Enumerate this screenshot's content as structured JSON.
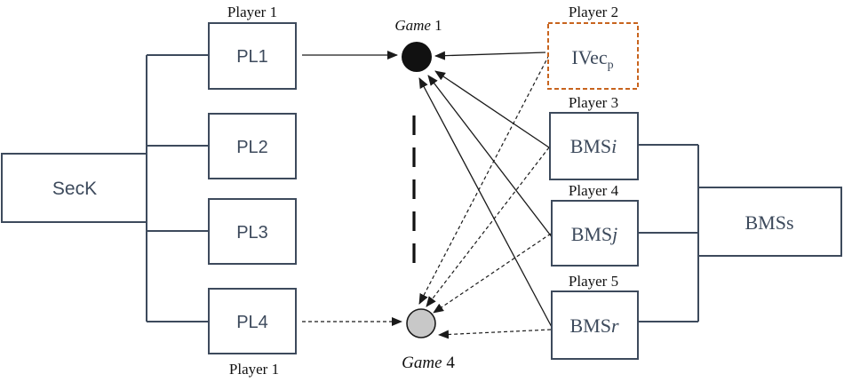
{
  "boxes": {
    "seck": "SecK",
    "pl1": "PL1",
    "pl2": "PL2",
    "pl3": "PL3",
    "pl4": "PL4",
    "ivec_base": "IVec",
    "ivec_sub": "p",
    "bmsi_base": "BMS",
    "bmsi_var": "i",
    "bmsj_base": "BMS",
    "bmsj_var": "j",
    "bmsr_base": "BMS",
    "bmsr_var": "r",
    "bmss": "BMSs"
  },
  "labels": {
    "player1_top": "Player 1",
    "player1_bottom": "Player 1",
    "player2": "Player 2",
    "player3": "Player 3",
    "player4": "Player 4",
    "player5": "Player 5",
    "game1_word": "Game",
    "game1_num": " 1",
    "game4_word": "Game",
    "game4_num": " 4"
  },
  "colors": {
    "line": "#1a1a1a",
    "box_border": "#3d4a5c",
    "box_text": "#3d4a5c",
    "ivec_border": "#c8641e",
    "game1_fill": "#111111",
    "game4_fill": "#c8c8c8"
  }
}
